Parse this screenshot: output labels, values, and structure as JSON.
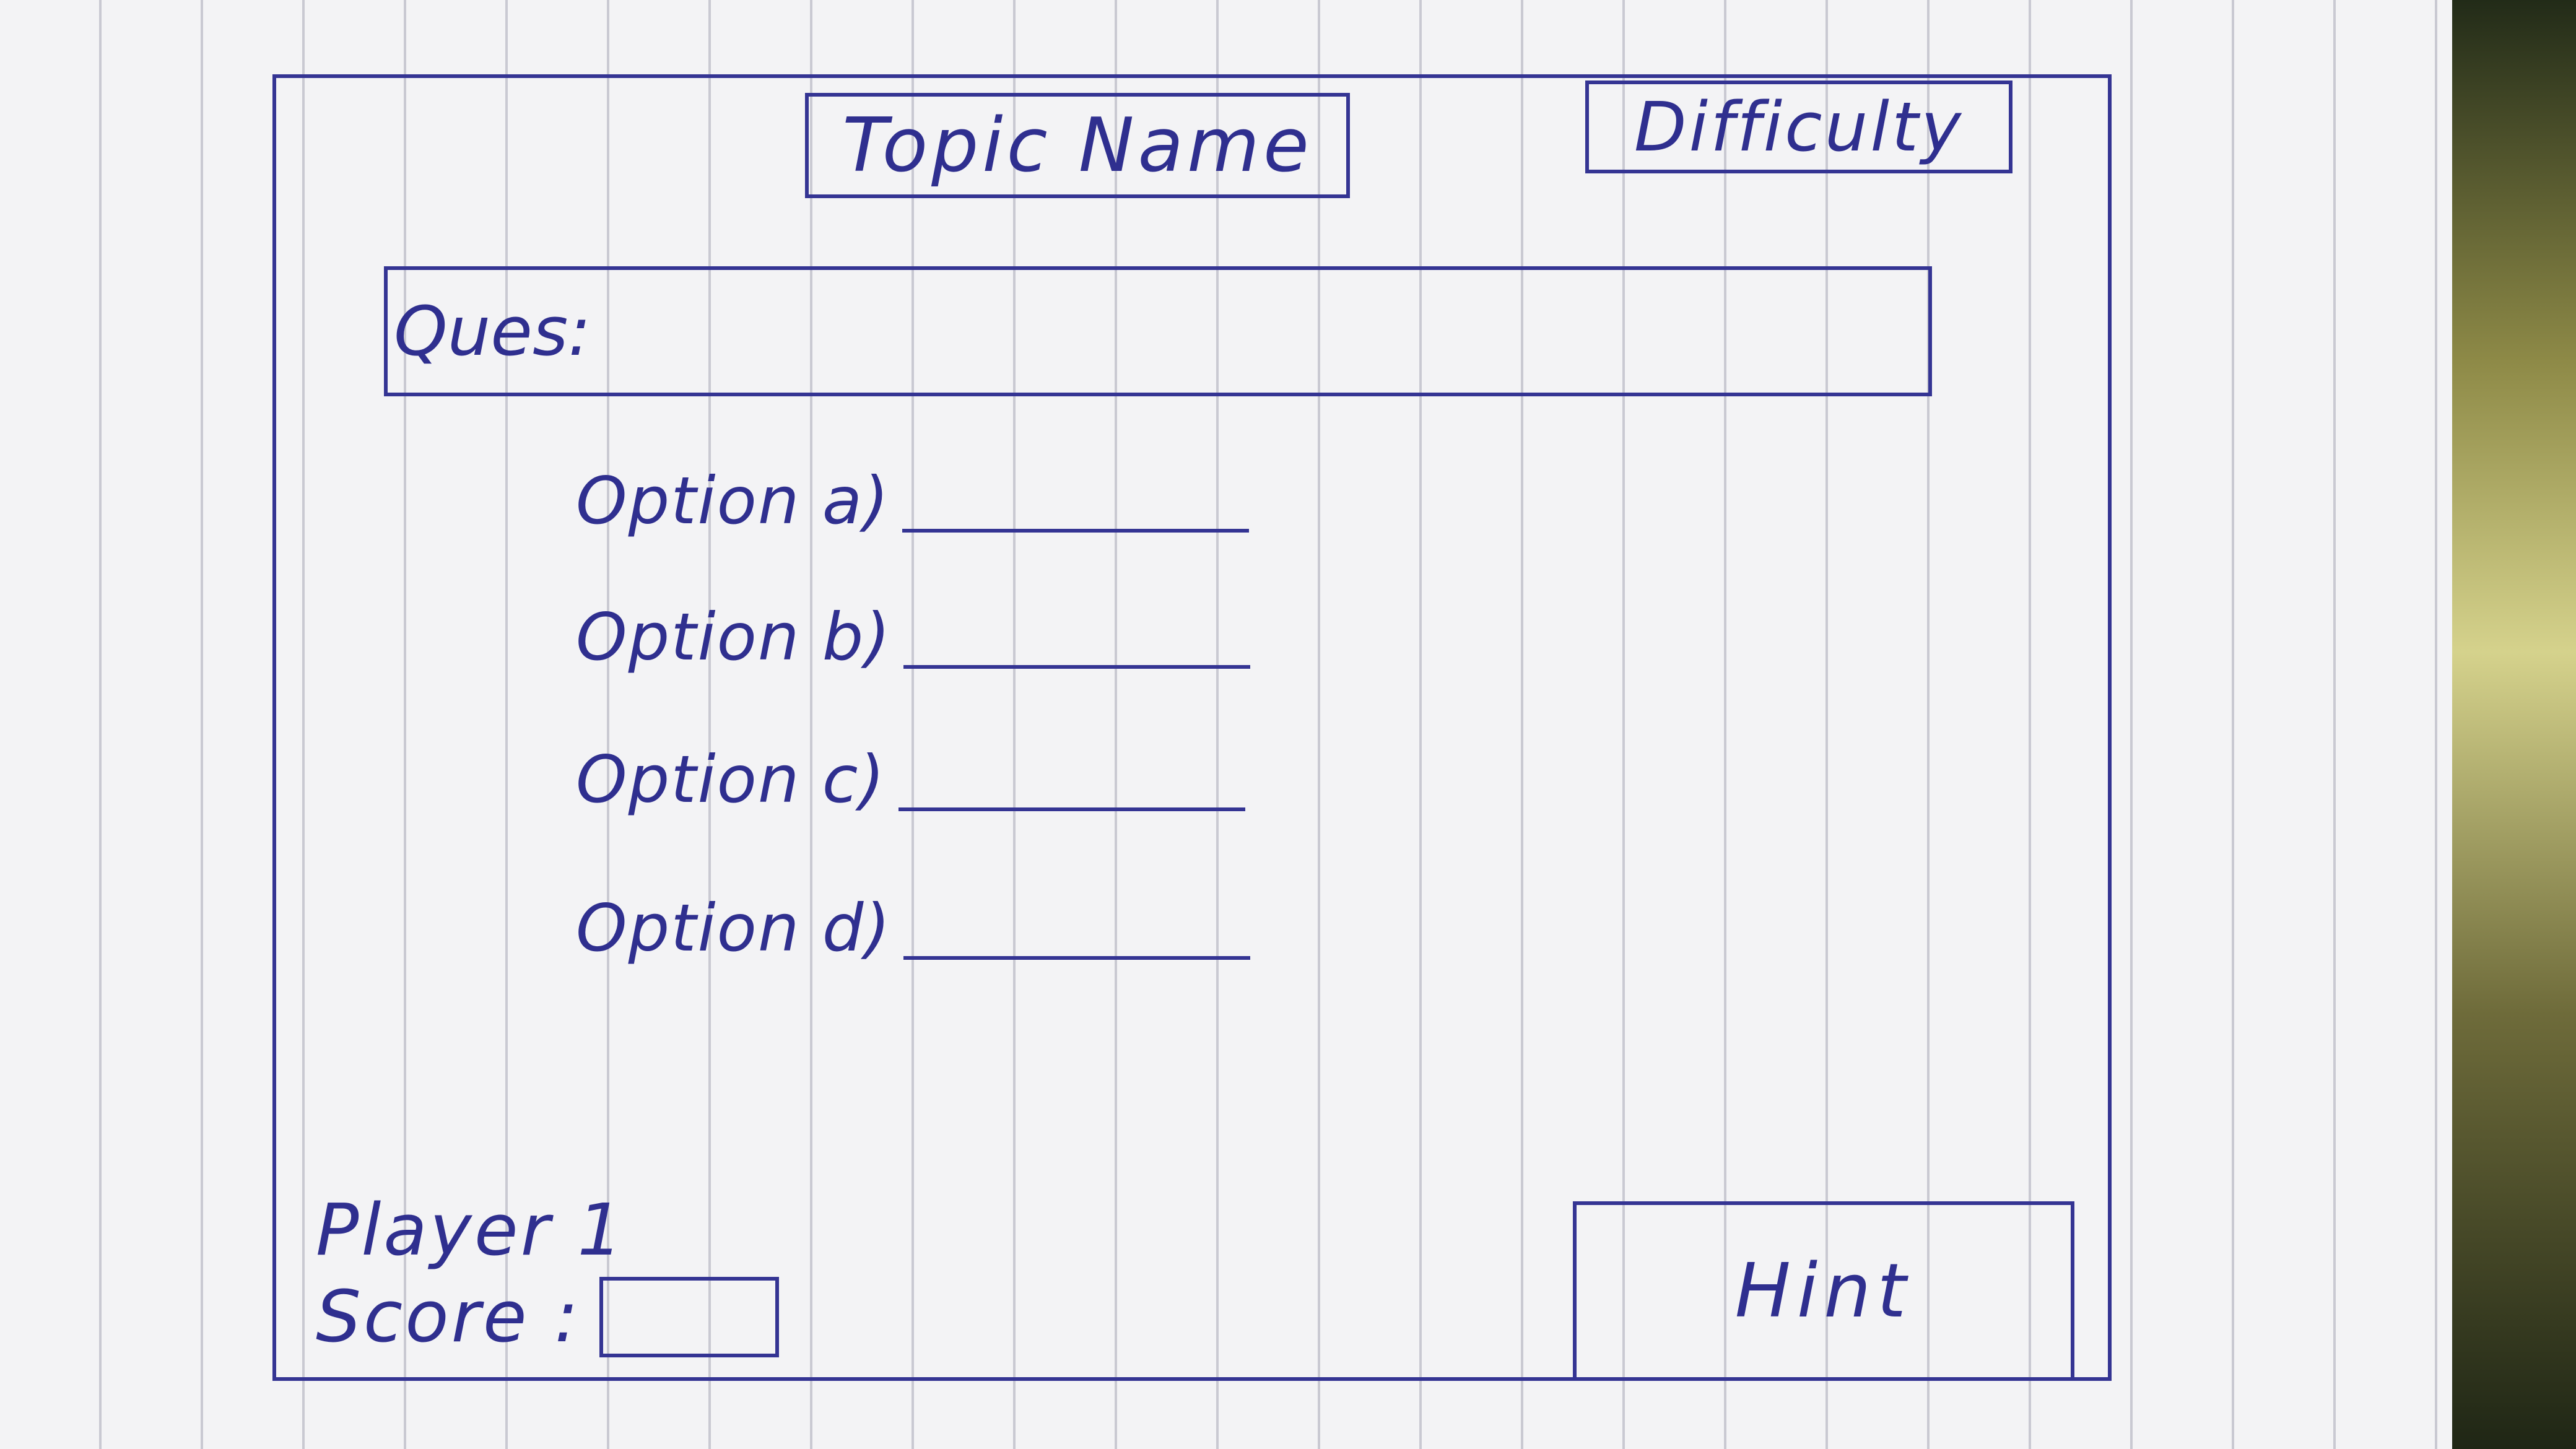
{
  "header": {
    "topic": "Topic Name",
    "difficulty": "Difficulty"
  },
  "question": {
    "label": "Ques:"
  },
  "options": [
    {
      "label": "Option a)"
    },
    {
      "label": "Option b)"
    },
    {
      "label": "Option c)"
    },
    {
      "label": "Option d)"
    }
  ],
  "footer": {
    "player": "Player 1",
    "score_label": "Score :",
    "hint": "Hint"
  }
}
